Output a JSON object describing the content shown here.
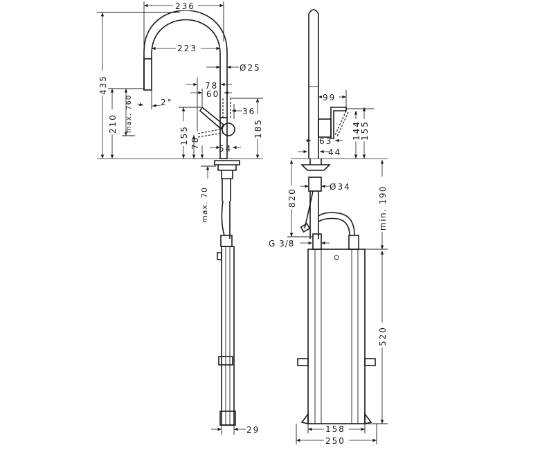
{
  "diagram": {
    "type": "technical-drawing",
    "left_view": {
      "dims": {
        "width_236": "236",
        "width_223": "223",
        "dia_25": "Ø25",
        "height_435": "435",
        "height_210": "210",
        "max_760": "max. 760",
        "angle_2": "2°",
        "d78_top": "78",
        "d60": "60",
        "d36": "36",
        "d155": "155",
        "d185": "185",
        "d78_bottom": "78",
        "d54": "54",
        "max_70": "max. 70",
        "d29": "29"
      }
    },
    "right_view": {
      "dims": {
        "d99": "99",
        "d144": "144",
        "d155": "155",
        "d63": "63",
        "d44": "44",
        "dia_34": "Ø34",
        "d820": "820",
        "min_190": "min. 190",
        "g38": "G 3/8",
        "d520": "520",
        "d158": "158",
        "d250": "250"
      }
    }
  }
}
